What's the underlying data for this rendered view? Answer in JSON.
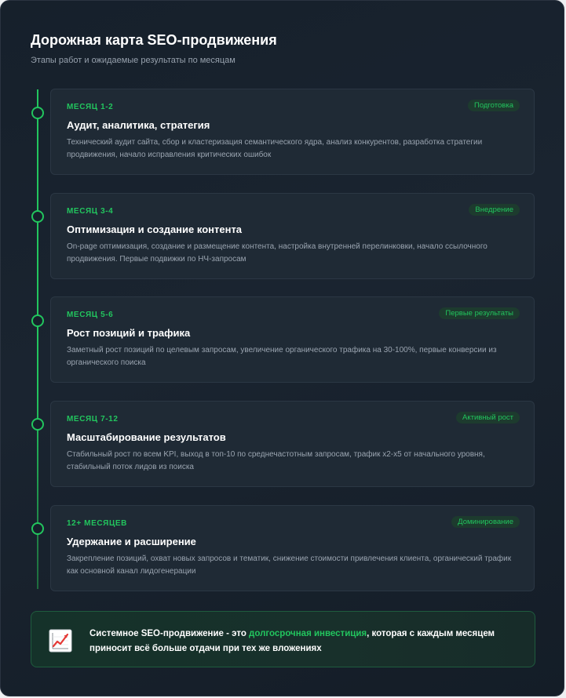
{
  "header": {
    "title": "Дорожная карта SEO-продвижения",
    "subtitle": "Этапы работ и ожидаемые результаты по месяцам"
  },
  "stages": [
    {
      "period": "МЕСЯЦ 1-2",
      "badge": "Подготовка",
      "title": "Аудит, аналитика, стратегия",
      "description": "Технический аудит сайта, сбор и кластеризация семантического ядра, анализ конкурентов, разработка стратегии продвижения, начало исправления критических ошибок"
    },
    {
      "period": "МЕСЯЦ 3-4",
      "badge": "Внедрение",
      "title": "Оптимизация и создание контента",
      "description": "On-page оптимизация, создание и размещение контента, настройка внутренней перелинковки, начало ссылочного продвижения. Первые подвижки по НЧ-запросам"
    },
    {
      "period": "МЕСЯЦ 5-6",
      "badge": "Первые результаты",
      "title": "Рост позиций и трафика",
      "description": "Заметный рост позиций по целевым запросам, увеличение органического трафика на 30-100%, первые конверсии из органического поиска"
    },
    {
      "period": "МЕСЯЦ 7-12",
      "badge": "Активный рост",
      "title": "Масштабирование результатов",
      "description": "Стабильный рост по всем KPI, выход в топ-10 по среднечастотным запросам, трафик x2-x5 от начального уровня, стабильный поток лидов из поиска"
    },
    {
      "period": "12+ МЕСЯЦЕВ",
      "badge": "Доминирование",
      "title": "Удержание и расширение",
      "description": "Закрепление позиций, охват новых запросов и тематик, снижение стоимости привлечения клиента, органический трафик как основной канал лидогенерации"
    }
  ],
  "summary": {
    "icon": "chart-increasing-icon",
    "text_before": "Системное SEO-продвижение - это ",
    "highlight": "долгосрочная инвестиция",
    "text_after": ", которая с каждым месяцем приносит всё больше отдачи при тех же вложениях"
  },
  "colors": {
    "accent": "#22c55e",
    "background": "#1a2430",
    "stage_background": "#1f2a35",
    "badge_background": "#1d3b2e",
    "muted_text": "#9aa4b0"
  }
}
